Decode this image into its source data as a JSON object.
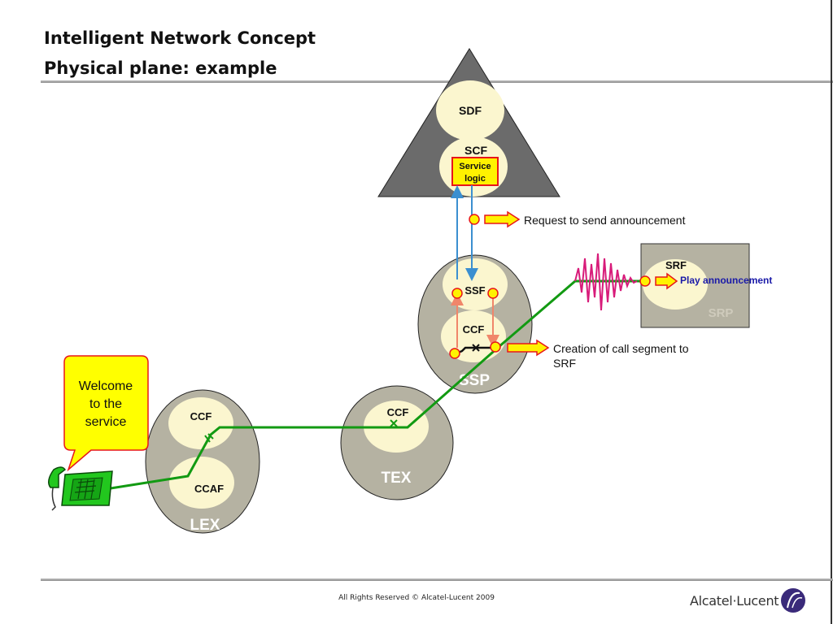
{
  "header": {
    "title_line1": "Intelligent Network Concept",
    "title_line2": "Physical plane: example"
  },
  "nodes": {
    "sdf": "SDF",
    "scf": "SCF",
    "service_logic_line1": "Service",
    "service_logic_line2": "logic",
    "ssf": "SSF",
    "ssp_ccf": "CCF",
    "ssp": "SSP",
    "srf": "SRF",
    "srp": "SRP",
    "tex_ccf": "CCF",
    "tex": "TEX",
    "lex_ccf": "CCF",
    "ccaf": "CCAF",
    "lex": "LEX"
  },
  "annotations": {
    "request": "Request to send announcement",
    "play": "Play announcement",
    "creation_line1": "Creation of call segment to",
    "creation_line2": "SRF"
  },
  "callout": {
    "text_line1": "Welcome",
    "text_line2": "to the",
    "text_line3": "service"
  },
  "footer": {
    "copyright": "All Rights Reserved © Alcatel-Lucent 2009",
    "brand": "Alcatel·Lucent"
  },
  "colors": {
    "node_gray": "#b5b2a2",
    "ellipse_fill": "#fbf6cf",
    "scp_triangle": "#6b6b6b",
    "call_path": "#129a12",
    "signal_blue": "#3b8fd0",
    "signal_salmon": "#f0866a",
    "arrow_yellow": "#fff200",
    "arrow_red": "#e8161a",
    "callout_yellow": "#ffff00",
    "wave_magenta": "#d81b7a",
    "play_text": "#1a1aa8"
  }
}
